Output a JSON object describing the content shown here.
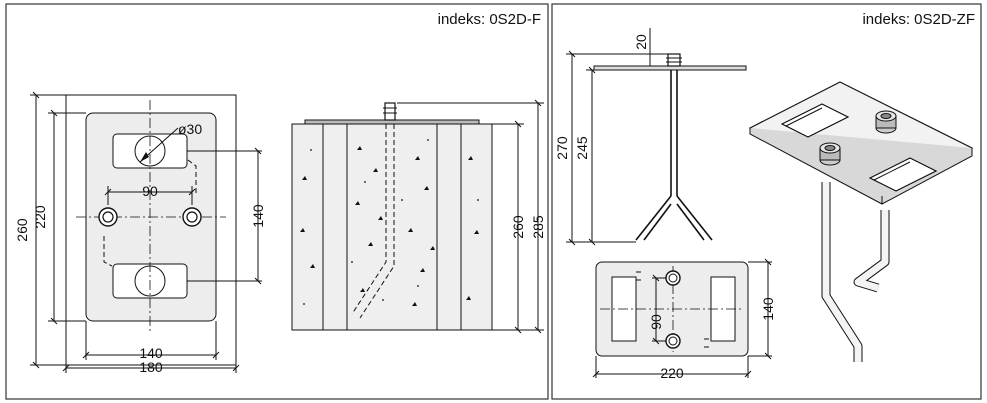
{
  "panels": {
    "left": {
      "index_label": "indeks: 0S2D-F"
    },
    "right": {
      "index_label": "indeks: 0S2D-ZF"
    }
  },
  "dimensions": {
    "left_plan": {
      "overall_height": "260",
      "plate_height": "220",
      "hole_dia": "ø30",
      "bolt_spacing": "90",
      "slot_spacing": "140",
      "plate_width": "140",
      "overall_width": "180"
    },
    "left_section": {
      "height_a": "260",
      "height_b": "285"
    },
    "right_side": {
      "top": "20",
      "height_a": "270",
      "height_b": "245"
    },
    "right_plan": {
      "bolt_spacing": "90",
      "height": "140",
      "width": "220"
    }
  },
  "colors": {
    "line": "#111111",
    "fill": "#ededed",
    "frame": "#333333"
  }
}
